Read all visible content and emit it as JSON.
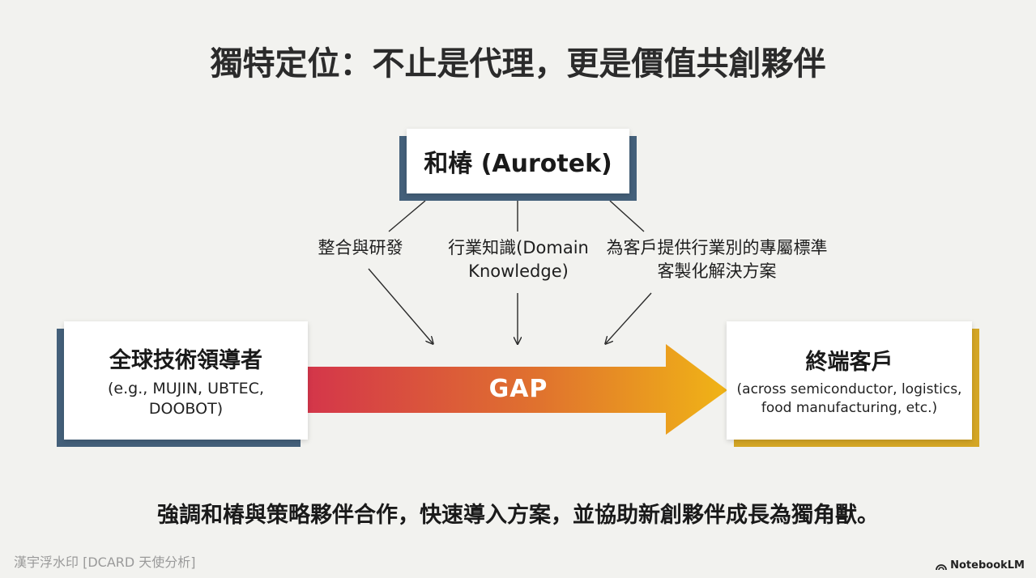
{
  "title": "獨特定位：不止是代理，更是價值共創夥伴",
  "hub": {
    "label": "和椿 (Aurotek)"
  },
  "branches": [
    {
      "label": "整合與研發"
    },
    {
      "label": "行業知識(Domain Knowledge)"
    },
    {
      "label": "為客戶提供行業別的專屬標準客製化解決方案"
    }
  ],
  "left": {
    "title": "全球技術領導者",
    "subtitle": "(e.g., MUJIN, UBTEC, DOOBOT)"
  },
  "right": {
    "title": "終端客戶",
    "subtitle": "(across semiconductor, logistics, food manufacturing, etc.)"
  },
  "gap": {
    "label": "GAP"
  },
  "footer": "強調和椿與策略夥伴合作，快速導入方案，並協助新創夥伴成長為獨角獸。",
  "watermark": "漢宇浮水印 [DCARD 天使分析]",
  "brand": "NotebookLM",
  "colors": {
    "blue_accent": "#44607a",
    "yellow_accent": "#d4a625",
    "gap_start": "#d4364a",
    "gap_end": "#f0b416"
  }
}
